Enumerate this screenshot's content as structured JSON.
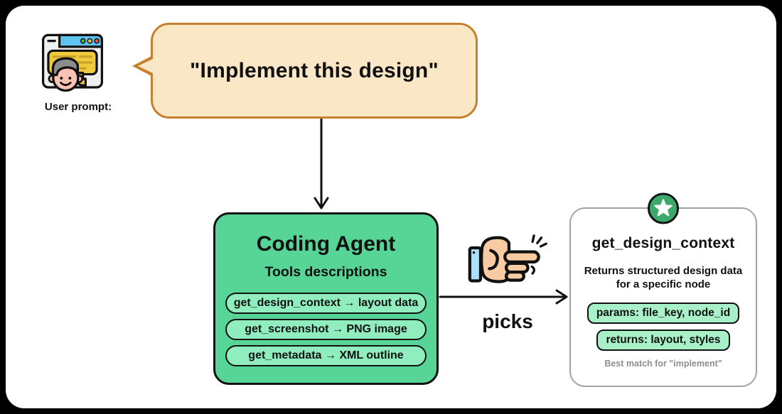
{
  "user": {
    "icon": "user-browser-chat-icon",
    "label": "User prompt:"
  },
  "bubble": {
    "text": "\"Implement this design\"",
    "fill": "#FAE7C6",
    "border": "#C6802D"
  },
  "agent": {
    "title": "Coding Agent",
    "subtitle": "Tools descriptions",
    "fill": "#57D597",
    "pill_fill": "#90EDBE",
    "tools": [
      {
        "label": "get_design_context → layout data"
      },
      {
        "label": "get_screenshot → PNG image"
      },
      {
        "label": "get_metadata → XML outline"
      }
    ]
  },
  "picks": {
    "icon": "pointing-hand-icon",
    "label": "picks"
  },
  "card": {
    "badge_icon": "star-icon",
    "badge_fill": "#3CA96B",
    "title": "get_design_context",
    "description": "Returns structured design data for a specific node",
    "pill_fill": "#A8F0C8",
    "pills": [
      {
        "label": "params: file_key, node_id"
      },
      {
        "label": "returns: layout, styles"
      }
    ],
    "footnote": "Best match for \"implement\""
  }
}
